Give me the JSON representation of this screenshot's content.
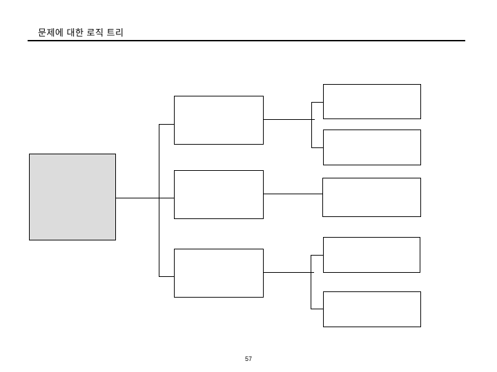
{
  "page": {
    "title": "문제에 대한 로직 트리",
    "page_number": "57",
    "background": "#ffffff"
  },
  "diagram": {
    "type": "logic-tree",
    "orientation": "left-to-right",
    "colors": {
      "line": "#000000",
      "node_border": "#000000",
      "root_fill": "#dcdcdc",
      "node_fill": "#ffffff"
    },
    "nodes": [
      {
        "id": "root",
        "level": 1,
        "label": "",
        "fill": "#dcdcdc"
      },
      {
        "id": "branch-1",
        "level": 2,
        "label": "",
        "fill": "#ffffff"
      },
      {
        "id": "branch-2",
        "level": 2,
        "label": "",
        "fill": "#ffffff"
      },
      {
        "id": "branch-3",
        "level": 2,
        "label": "",
        "fill": "#ffffff"
      },
      {
        "id": "leaf-1",
        "level": 3,
        "label": "",
        "fill": "#ffffff"
      },
      {
        "id": "leaf-2",
        "level": 3,
        "label": "",
        "fill": "#ffffff"
      },
      {
        "id": "leaf-3",
        "level": 3,
        "label": "",
        "fill": "#ffffff"
      },
      {
        "id": "leaf-4",
        "level": 3,
        "label": "",
        "fill": "#ffffff"
      },
      {
        "id": "leaf-5",
        "level": 3,
        "label": "",
        "fill": "#ffffff"
      }
    ],
    "edges": [
      [
        "root",
        "branch-1"
      ],
      [
        "root",
        "branch-2"
      ],
      [
        "root",
        "branch-3"
      ],
      [
        "branch-1",
        "leaf-1"
      ],
      [
        "branch-1",
        "leaf-2"
      ],
      [
        "branch-2",
        "leaf-3"
      ],
      [
        "branch-3",
        "leaf-4"
      ],
      [
        "branch-3",
        "leaf-5"
      ]
    ]
  }
}
